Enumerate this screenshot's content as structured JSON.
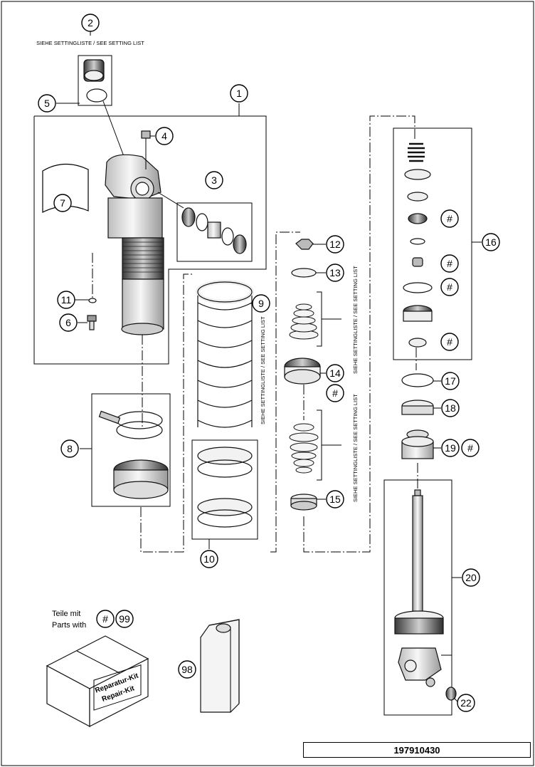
{
  "setting_note": "SIEHE SETTINGLISTE / SEE SETTING LIST",
  "hash_symbol": "#",
  "callouts": [
    "1",
    "2",
    "3",
    "4",
    "5",
    "6",
    "7",
    "8",
    "9",
    "10",
    "11",
    "12",
    "13",
    "14",
    "15",
    "16",
    "17",
    "18",
    "19",
    "20",
    "22",
    "98",
    "99"
  ],
  "parts_with": {
    "de": "Teile mit",
    "en": "Parts with"
  },
  "repair_kit": {
    "de": "Reparatur-Kit",
    "en": "Repair-Kit"
  },
  "document_number": "197910430",
  "colors": {
    "part_light": "#f2f2f2",
    "part_mid": "#c8c8c8",
    "part_dark": "#4a4a4a",
    "line": "#000000"
  }
}
